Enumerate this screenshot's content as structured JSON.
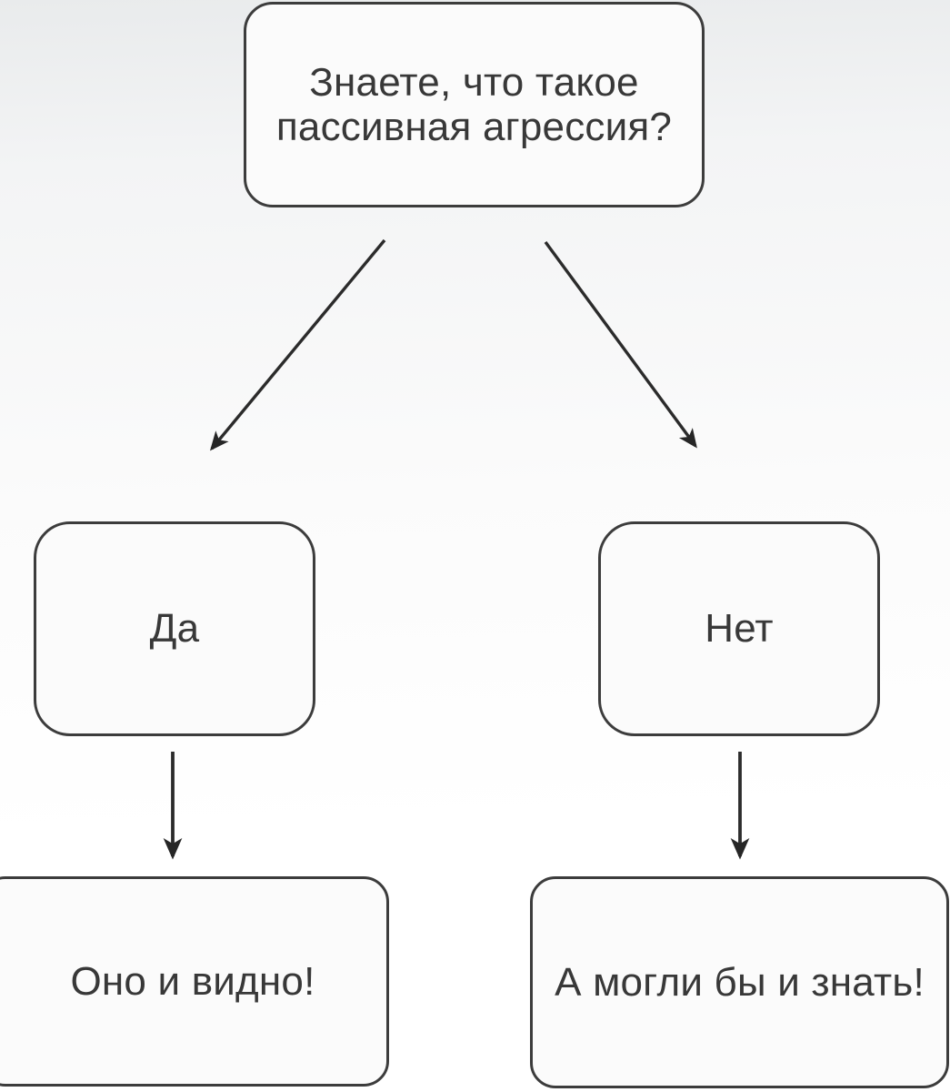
{
  "diagram": {
    "type": "flowchart",
    "language": "ru",
    "nodes": {
      "question": {
        "label": "Знаете, что такое пассивная агрессия?"
      },
      "yes": {
        "label": "Да"
      },
      "no": {
        "label": "Нет"
      },
      "yes_result": {
        "label": "Оно и видно!"
      },
      "no_result": {
        "label": "А могли бы и знать!"
      }
    },
    "edges": [
      {
        "from": "question",
        "to": "yes"
      },
      {
        "from": "question",
        "to": "no"
      },
      {
        "from": "yes",
        "to": "yes_result"
      },
      {
        "from": "no",
        "to": "no_result"
      }
    ]
  },
  "colors": {
    "node_border": "#3c3c3c",
    "node_fill": "#fbfbfb",
    "text": "#383838",
    "arrow": "#262626",
    "background_top": "#e9ebec",
    "background_bottom": "#ffffff"
  }
}
